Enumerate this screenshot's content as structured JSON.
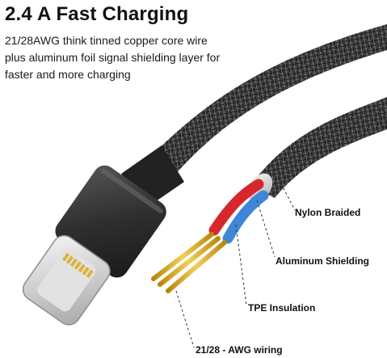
{
  "heading": {
    "title": "2.4 A Fast Charging",
    "lines": [
      "21/28AWG think tinned copper core wire",
      "plus aluminum foil signal shielding layer for",
      "faster and more charging"
    ]
  },
  "callouts": [
    {
      "id": "nylon",
      "label": "Nylon Braided"
    },
    {
      "id": "aluminum",
      "label": "Aluminum Shielding"
    },
    {
      "id": "tpe",
      "label": "TPE Insulation"
    },
    {
      "id": "awg",
      "label": "21/28 - AWG wiring"
    }
  ],
  "colors": {
    "braid": "#2b2b2b",
    "braid_light": "#8a8a8a",
    "connector_housing": "#3a3a3a",
    "plug_metal": "#d9d9d9",
    "wire_red": "#d8262d",
    "wire_blue": "#3f86d8",
    "wire_gold": "#d6a316",
    "text": "#111111"
  }
}
